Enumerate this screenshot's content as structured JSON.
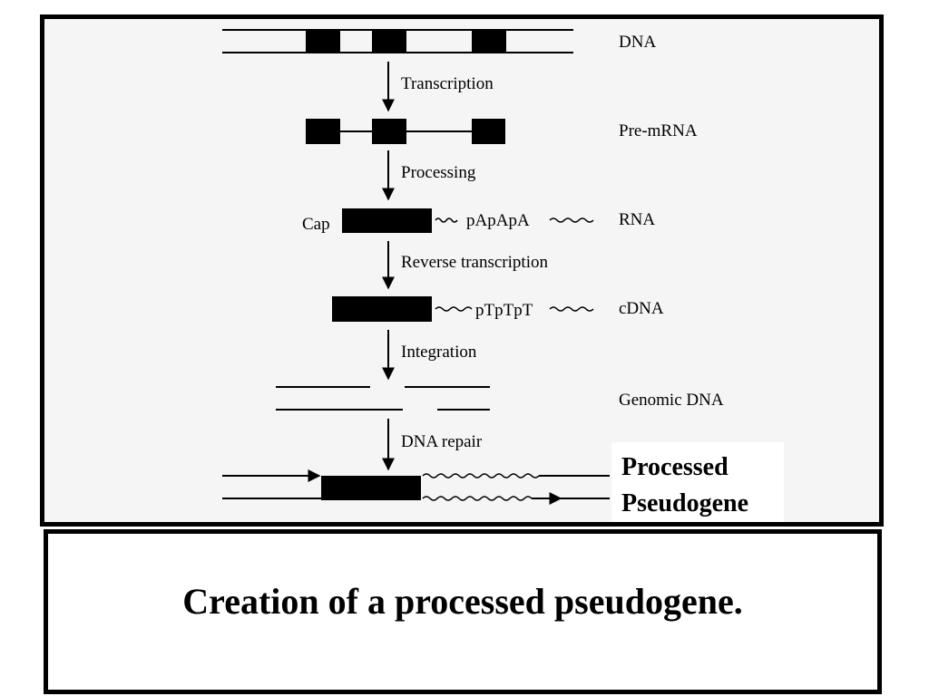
{
  "diagram": {
    "stages": [
      {
        "id": "dna",
        "label": "DNA"
      },
      {
        "id": "pre-mrna",
        "label": "Pre-mRNA"
      },
      {
        "id": "rna",
        "label": "RNA"
      },
      {
        "id": "cdna",
        "label": "cDNA"
      },
      {
        "id": "genomic-dna",
        "label": "Genomic DNA"
      }
    ],
    "steps": [
      {
        "id": "transcription",
        "label": "Transcription"
      },
      {
        "id": "processing",
        "label": "Processing"
      },
      {
        "id": "reverse-transcription",
        "label": "Reverse transcription"
      },
      {
        "id": "integration",
        "label": "Integration"
      },
      {
        "id": "dna-repair",
        "label": "DNA repair"
      }
    ],
    "rna_cap": "Cap",
    "rna_tail": "pApApA",
    "cdna_tail": "pTpTpT",
    "result_label_line1": "Processed",
    "result_label_line2": "Pseudogene"
  },
  "caption": "Creation of a processed pseudogene."
}
